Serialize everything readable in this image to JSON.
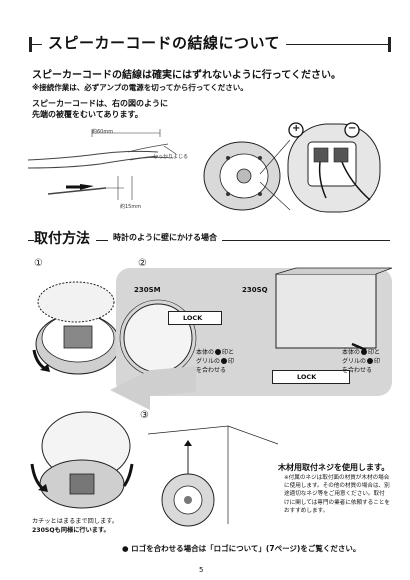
{
  "section1": {
    "title": "スピーカーコードの結線について",
    "lead": "スピーカーコードの結線は確実にはずれないように行ってください。",
    "note": "※接続作業は、必ずアンプの電源を切ってから行ってください。",
    "desc_line1": "スピーカーコードは、右の図のように",
    "desc_line2": "先端の被覆をむいてあります。",
    "dim_length": "約60mm",
    "dim_strip": "約15mm",
    "twist_label": "しっかりよじる",
    "plus_symbol": "+",
    "minus_symbol": "−"
  },
  "section2": {
    "title": "取付方法",
    "subtitle": "時計のように壁にかける場合",
    "step1": "①",
    "step2": "②",
    "step3": "③",
    "model_sm": "230SM",
    "model_sq": "230SQ",
    "lock_text": "LOCK",
    "align_left": [
      "本体の",
      "印と",
      "グリルの",
      "印",
      "を合わせる"
    ],
    "align_right": [
      "本体の",
      "印と",
      "グリルの",
      "印",
      "を合わせる"
    ],
    "cap_line1": "カチッとはまるまで回します。",
    "cap_line2": "230SQも同様に行います。",
    "wood_title": "木材用取付ネジを使用します。",
    "wood_note": "※付属のネジは取付面の材質が木材の場合に使用します。その他の材質の場合は、別途適切なネジ等をご用意ください。取付けに関しては専門の業者に依頼することをおすすめします。",
    "footer": "● ロゴを合わせる場合は「ロゴについて」(7ページ)をご覧ください。",
    "page_number": "5"
  }
}
